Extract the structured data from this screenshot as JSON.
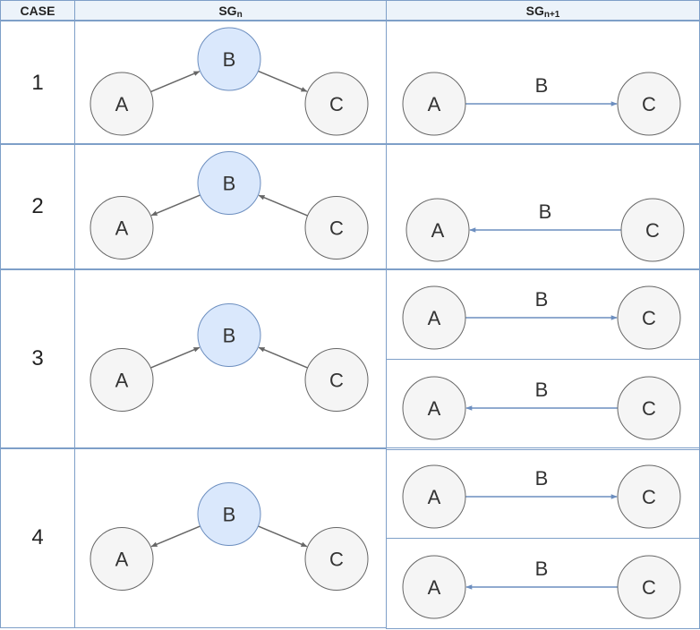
{
  "header": {
    "case_label": "CASE",
    "sgn_base": "SG",
    "sgn_sub": "n",
    "sgn1_base": "SG",
    "sgn1_sub": "n+1"
  },
  "node_labels": {
    "a": "A",
    "b": "B",
    "c": "C"
  },
  "colors": {
    "grid_border": "#7e9fc8",
    "header_bg": "#ecf3fa",
    "node_fill": "#f5f5f5",
    "node_stroke": "#666666",
    "node_b_fill": "#dae8fc",
    "node_b_stroke": "#6c8ebf",
    "arrow_gray": "#666666",
    "arrow_blue": "#6c8ebf"
  },
  "cases": [
    {
      "id": "1",
      "sgn": {
        "a_to_b": "a->b",
        "b_to_c": "b->c"
      },
      "sgn1": [
        {
          "label": "B",
          "direction": "a->c"
        }
      ]
    },
    {
      "id": "2",
      "sgn": {
        "a_to_b": "b->a",
        "b_to_c": "c->b"
      },
      "sgn1": [
        {
          "label": "B",
          "direction": "c->a"
        }
      ]
    },
    {
      "id": "3",
      "sgn": {
        "a_to_b": "a->b",
        "b_to_c": "c->b"
      },
      "sgn1": [
        {
          "label": "B",
          "direction": "a->c"
        },
        {
          "label": "B",
          "direction": "c->a"
        }
      ]
    },
    {
      "id": "4",
      "sgn": {
        "a_to_b": "b->a",
        "b_to_c": "b->c"
      },
      "sgn1": [
        {
          "label": "B",
          "direction": "a->c"
        },
        {
          "label": "B",
          "direction": "c->a"
        }
      ]
    }
  ]
}
